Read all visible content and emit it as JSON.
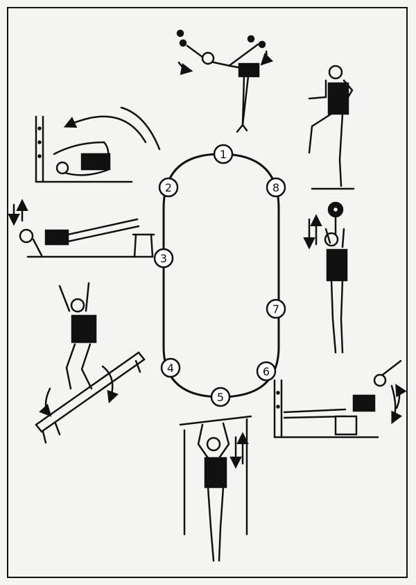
{
  "circuit": {
    "stations": [
      {
        "number": "1",
        "exercise": "forward-bend-dumbbell-raise"
      },
      {
        "number": "2",
        "exercise": "wall-bars-leg-over-roll"
      },
      {
        "number": "3",
        "exercise": "decline-push-up"
      },
      {
        "number": "4",
        "exercise": "bench-jump-over"
      },
      {
        "number": "5",
        "exercise": "bar-pull-up"
      },
      {
        "number": "6",
        "exercise": "back-extension"
      },
      {
        "number": "7",
        "exercise": "overhead-barbell-press"
      },
      {
        "number": "8",
        "exercise": "high-knee-march"
      }
    ]
  },
  "colors": {
    "ink": "#111111",
    "paper": "#f4f4f2",
    "shirt": "#1a1a1a"
  }
}
